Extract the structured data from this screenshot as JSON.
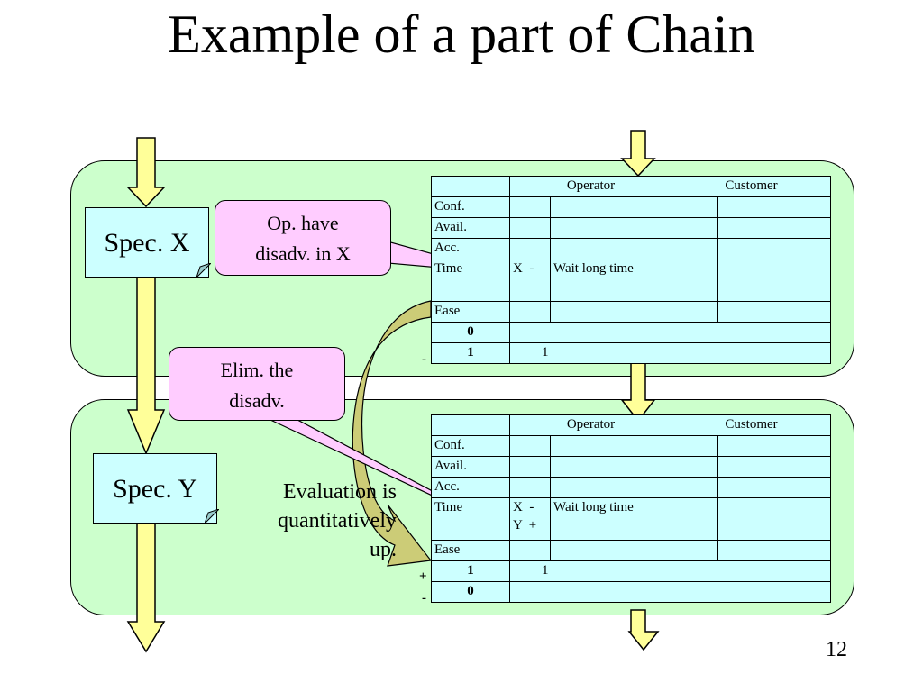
{
  "title": "Example of a part of Chain",
  "spec_x": "Spec. X",
  "spec_y": "Spec. Y",
  "callout_top": [
    "Op. have",
    "disadv. in X"
  ],
  "callout_mid": [
    "Elim. the",
    "disadv."
  ],
  "evaluation_text": [
    "Evaluation is",
    "quantitatively",
    "up."
  ],
  "page_number": "12",
  "table_top": {
    "headers": [
      "Operator",
      "Customer"
    ],
    "rows": [
      {
        "label": "Conf.",
        "op_mark": "",
        "op_note": ""
      },
      {
        "label": "Avail.",
        "op_mark": "",
        "op_note": ""
      },
      {
        "label": "Acc.",
        "op_mark": "",
        "op_note": ""
      },
      {
        "label": "Time",
        "op_mark": "X  -",
        "op_note": "Wait long time"
      },
      {
        "label": "Ease",
        "op_mark": "",
        "op_note": ""
      }
    ],
    "scores": [
      {
        "sign": "",
        "value": "0",
        "op": ""
      },
      {
        "sign": "-",
        "value": "1",
        "op": "1"
      }
    ]
  },
  "table_bottom": {
    "headers": [
      "Operator",
      "Customer"
    ],
    "rows": [
      {
        "label": "Conf.",
        "op_mark": "",
        "op_note": ""
      },
      {
        "label": "Avail.",
        "op_mark": "",
        "op_note": ""
      },
      {
        "label": "Acc.",
        "op_mark": "",
        "op_note": ""
      },
      {
        "label": "Time",
        "op_mark": "X  -",
        "op_mark2": "Y  +",
        "op_note": "Wait long time"
      },
      {
        "label": "Ease",
        "op_mark": "",
        "op_note": ""
      }
    ],
    "scores": [
      {
        "sign": "+",
        "value": "1",
        "op": "1"
      },
      {
        "sign": "-",
        "value": "0",
        "op": ""
      }
    ]
  },
  "colors": {
    "panel": "#ccffcc",
    "spec_box": "#ccffff",
    "callout": "#ffccff",
    "arrow": "#ffff99",
    "curved_arrow": "#cccc77"
  }
}
